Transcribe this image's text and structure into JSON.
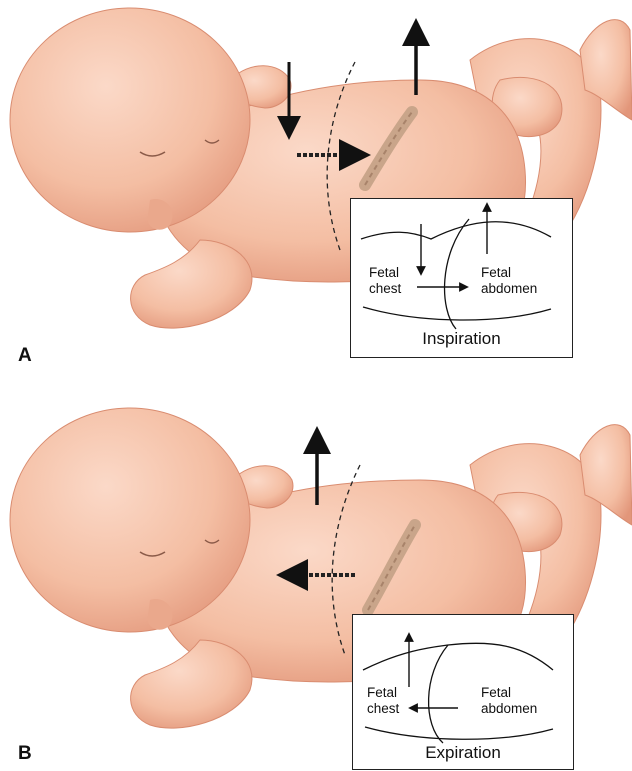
{
  "panels": [
    {
      "letter": "A",
      "inset": {
        "chest_label": "Fetal\nchest",
        "abdomen_label": "Fetal\nabdomen",
        "caption": "Inspiration"
      }
    },
    {
      "letter": "B",
      "inset": {
        "chest_label": "Fetal\nchest",
        "abdomen_label": "Fetal\nabdomen",
        "caption": "Expiration"
      }
    }
  ],
  "colors": {
    "skin": "#f4c0a6",
    "skin_shadow": "#e39a7e",
    "cord": "#c9a58a",
    "arrow": "#111111"
  }
}
